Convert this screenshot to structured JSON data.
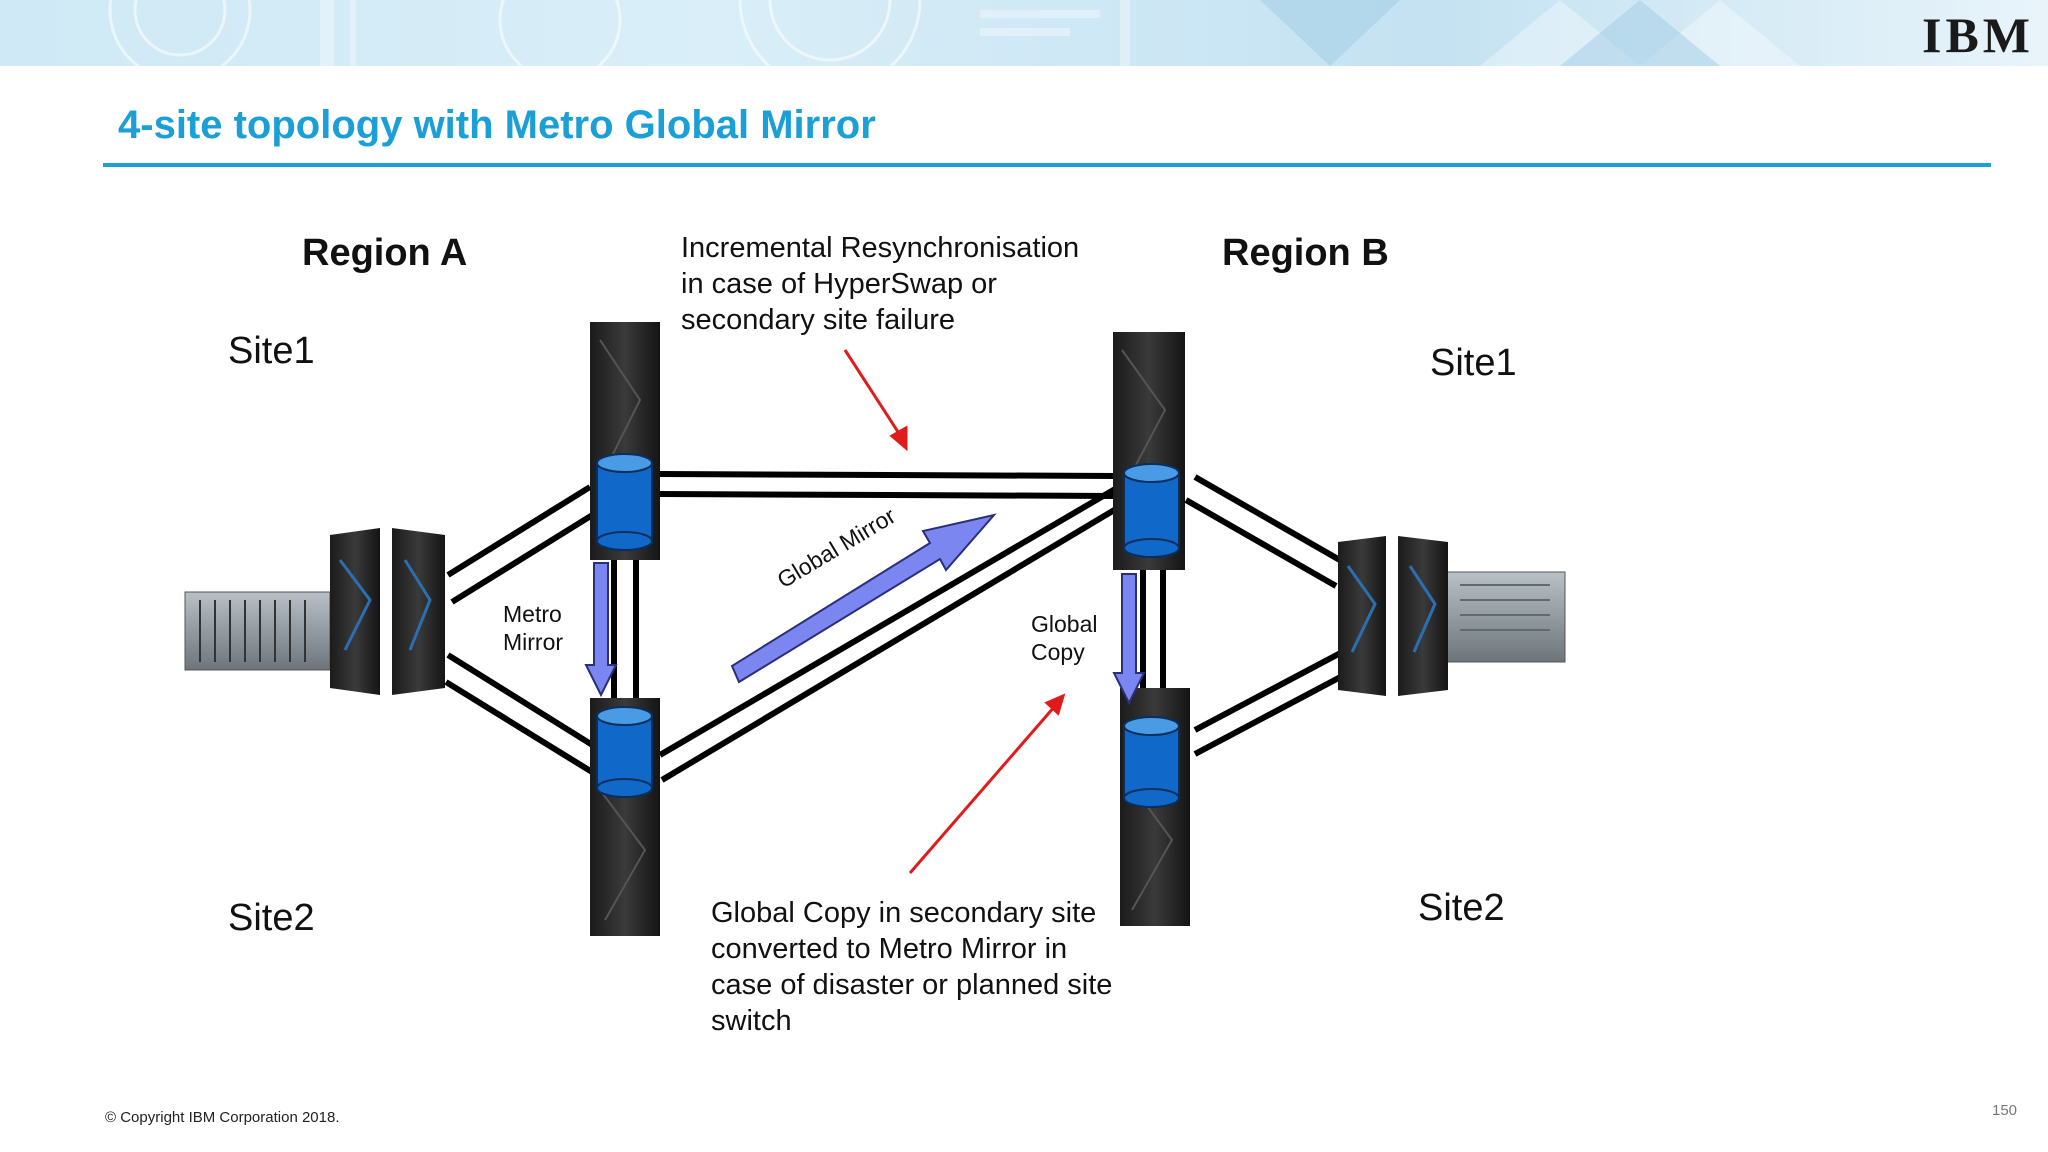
{
  "header": {
    "logo_text": "IBM",
    "title": "4-site topology with Metro Global Mirror"
  },
  "regions": {
    "a": "Region A",
    "b": "Region B"
  },
  "sites": {
    "a_site1": "Site1",
    "a_site2": "Site2",
    "b_site1": "Site1",
    "b_site2": "Site2"
  },
  "links": {
    "metro_mirror": [
      "Metro",
      "Mirror"
    ],
    "global_mirror": "Global Mirror",
    "global_copy": [
      "Global",
      "Copy"
    ]
  },
  "notes": {
    "incremental": [
      "Incremental Resynchronisation",
      "in case of HyperSwap or",
      "secondary site failure"
    ],
    "conversion": [
      "Global Copy in secondary site",
      "converted to Metro Mirror in",
      "case of disaster or planned site",
      "switch"
    ]
  },
  "footer": {
    "copyright": "© Copyright IBM Corporation 2018.",
    "page_number": "150"
  },
  "colors": {
    "title": "#1a9fd6",
    "volume": "#1069c9",
    "arrow": "#7b86f0",
    "annotation_arrow": "#e01b1b"
  }
}
